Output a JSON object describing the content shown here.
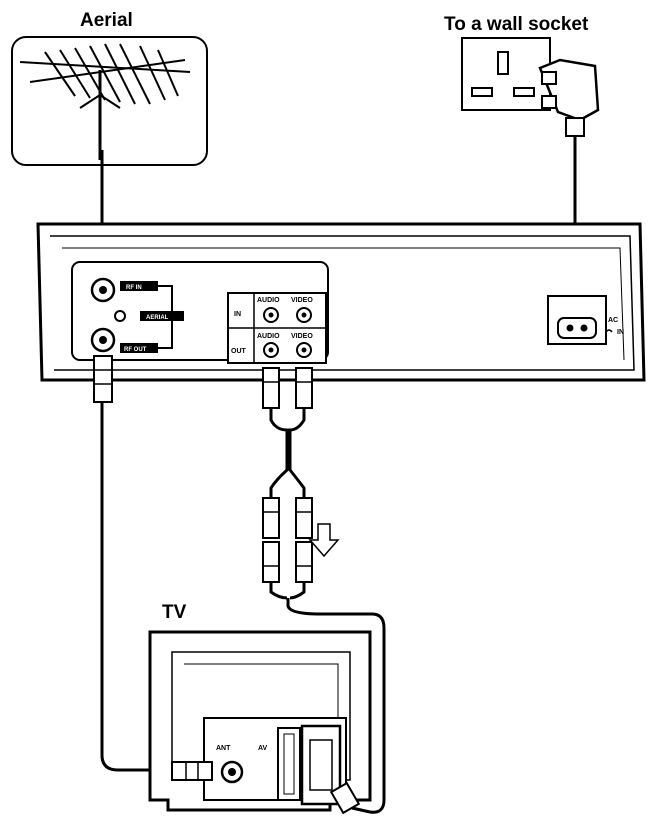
{
  "labels": {
    "aerial": "Aerial",
    "wall_socket": "To a wall socket",
    "tv": "TV"
  },
  "vcr_panel": {
    "rf_in": "RF IN",
    "aerial": "AERIAL",
    "rf_out": "RF OUT",
    "in": "IN",
    "out": "OUT",
    "audio_in": "AUDIO",
    "video_in": "VIDEO",
    "audio_out": "AUDIO",
    "video_out": "VIDEO",
    "ac_top": "AC",
    "ac_bottom": "IN"
  },
  "tv_panel": {
    "ant": "ANT",
    "av": "AV"
  },
  "colors": {
    "ink": "#000000",
    "paper": "#ffffff"
  }
}
